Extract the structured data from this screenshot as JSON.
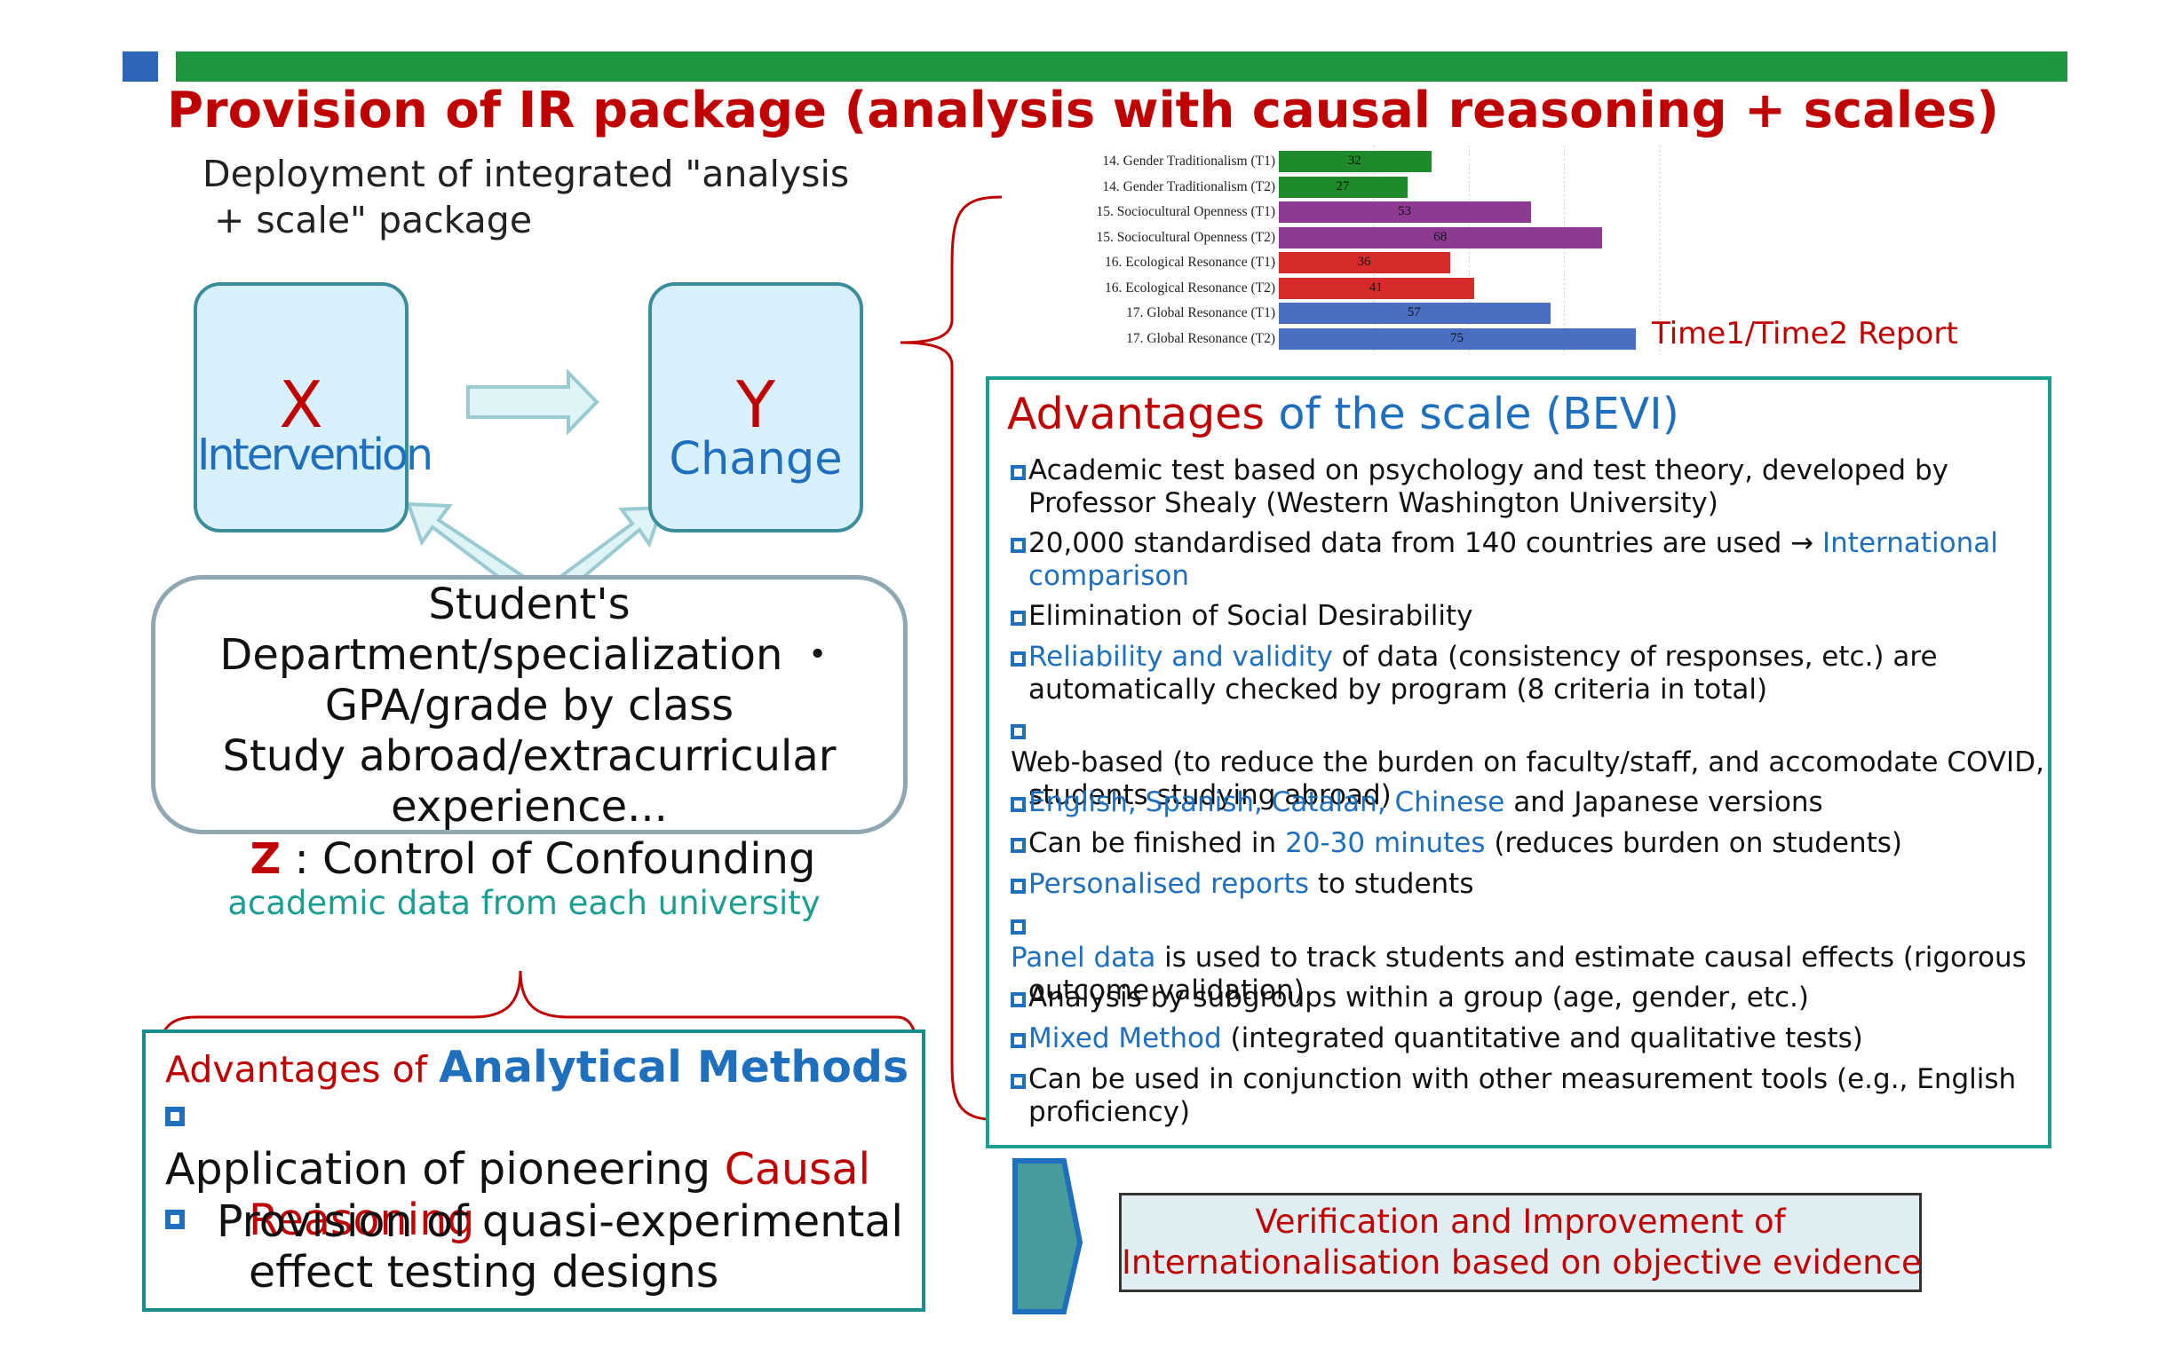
{
  "header": {
    "title": "Provision of IR package (analysis with causal reasoning + scales)",
    "subtitle_lines": [
      "Deployment of integrated \"analysis",
      " + scale\" package"
    ]
  },
  "model": {
    "x_letter": "X",
    "x_label": "Intervention",
    "y_letter": "Y",
    "y_label": "Change",
    "z_box_lines": [
      "Student's",
      "Department/specialization ・",
      "GPA/grade by class",
      "Study abroad/extracurricular",
      "experience..."
    ],
    "z_letter": "Z",
    "z_caption": " : Control of Confounding",
    "z_sub": "academic data from each university"
  },
  "analytical": {
    "head_prefix": "Advantages of ",
    "head_bold": "Analytical Methods",
    "items": [
      {
        "lines": [
          "Application of pioneering ",
          "Causal",
          "Reasoning"
        ]
      },
      {
        "lines": [
          "Provision of quasi-experimental",
          "effect testing designs"
        ]
      }
    ]
  },
  "chart_data": {
    "type": "bar",
    "orientation": "horizontal",
    "categories": [
      "14. Gender Traditionalism (T1)",
      "14. Gender Traditionalism (T2)",
      "15. Sociocultural Openness (T1)",
      "15. Sociocultural Openness (T2)",
      "16. Ecological Resonance (T1)",
      "16. Ecological Resonance (T2)",
      "17. Global Resonance (T1)",
      "17. Global Resonance (T2)"
    ],
    "values": [
      32,
      27,
      53,
      68,
      36,
      41,
      57,
      75
    ],
    "colors": [
      "#1f8a2b",
      "#1f8a2b",
      "#8e3a92",
      "#8e3a92",
      "#d62b2b",
      "#d62b2b",
      "#4a6fc1",
      "#4a6fc1"
    ],
    "xlim": [
      0,
      100
    ],
    "grid": true,
    "caption": "Time1/Time2  Report"
  },
  "bevi": {
    "head_red": "Advantages ",
    "head_blue": "of the scale (BEVI)",
    "items": [
      {
        "parts": [
          {
            "t": "Academic test based on psychology and test theory, developed by",
            "c": ""
          }
        ],
        "line2": [
          {
            "t": "Professor Shealy (Western Washington University)",
            "c": ""
          }
        ]
      },
      {
        "parts": [
          {
            "t": "20,000 standardised data from 140 countries are used → ",
            "c": ""
          },
          {
            "t": "International",
            "c": "blue"
          }
        ],
        "line2": [
          {
            "t": "comparison",
            "c": "blue"
          }
        ]
      },
      {
        "parts": [
          {
            "t": "Elimination of Social Desirability",
            "c": ""
          }
        ],
        "line2": []
      },
      {
        "parts": [
          {
            "t": "Reliability and validity",
            "c": "blue"
          },
          {
            "t": " of data (consistency of responses, etc.) are",
            "c": ""
          }
        ],
        "line2": [
          {
            "t": "automatically checked by program (8 criteria in total)",
            "c": ""
          }
        ]
      },
      {
        "parts": [
          {
            "t": "Web-based (to reduce the burden on faculty/staff, and accomodate COVID,",
            "c": ""
          }
        ],
        "line2": [
          {
            "t": "students studying abroad)",
            "c": ""
          }
        ]
      },
      {
        "parts": [
          {
            "t": "English, Spanish, Catalan, Chinese",
            "c": "blue"
          },
          {
            "t": " and Japanese versions",
            "c": ""
          }
        ],
        "line2": []
      },
      {
        "parts": [
          {
            "t": "Can be finished in ",
            "c": ""
          },
          {
            "t": "20-30 minutes",
            "c": "blue"
          },
          {
            "t": " (reduces burden on students)",
            "c": ""
          }
        ],
        "line2": []
      },
      {
        "parts": [
          {
            "t": "Personalised reports",
            "c": "blue"
          },
          {
            "t": " to students",
            "c": ""
          }
        ],
        "line2": []
      },
      {
        "parts": [
          {
            "t": "Panel data",
            "c": "blue"
          },
          {
            "t": " is used to track students and estimate causal effects (rigorous",
            "c": ""
          }
        ],
        "line2": [
          {
            "t": "outcome validation)",
            "c": ""
          }
        ]
      },
      {
        "parts": [
          {
            "t": "Analysis by subgroups within a group (age, gender, etc.)",
            "c": ""
          }
        ],
        "line2": []
      },
      {
        "parts": [
          {
            "t": "Mixed Method",
            "c": "blue"
          },
          {
            "t": " (integrated quantitative and qualitative tests)",
            "c": ""
          }
        ],
        "line2": []
      },
      {
        "parts": [
          {
            "t": "Can be used in conjunction with other measurement tools (e.g., English",
            "c": ""
          }
        ],
        "line2": [
          {
            "t": "proficiency)",
            "c": ""
          }
        ]
      }
    ]
  },
  "verify": {
    "lines": [
      "Verification and Improvement of",
      "Internationalisation based on objective evidence"
    ]
  },
  "colors": {
    "header_bar": "#1e9640",
    "header_square": "#2e65b8",
    "accent_red": "#c00000",
    "accent_blue": "#1f6fbf",
    "teal": "#1a9e92"
  }
}
